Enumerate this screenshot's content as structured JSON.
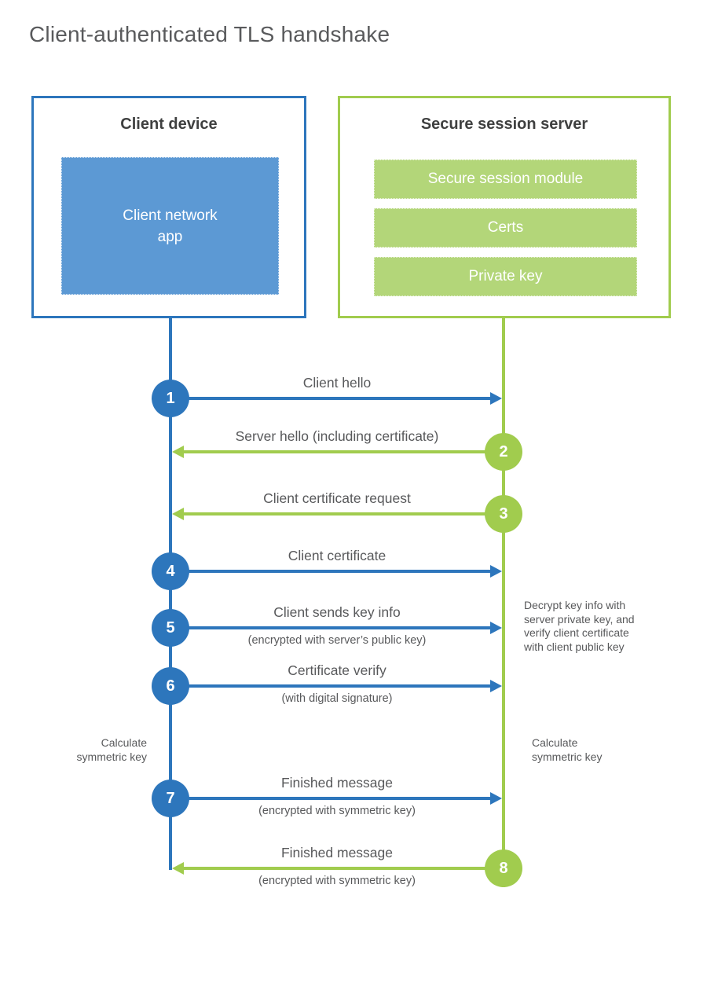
{
  "title": "Client-authenticated TLS handshake",
  "client": {
    "title": "Client device",
    "module": "Client network\napp"
  },
  "server": {
    "title": "Secure session server",
    "modules": [
      "Secure session module",
      "Certs",
      "Private key"
    ]
  },
  "steps": [
    {
      "num": "1",
      "from": "client",
      "label": "Client hello",
      "sublabel": ""
    },
    {
      "num": "2",
      "from": "server",
      "label": "Server hello (including certificate)",
      "sublabel": ""
    },
    {
      "num": "3",
      "from": "server",
      "label": "Client certificate request",
      "sublabel": ""
    },
    {
      "num": "4",
      "from": "client",
      "label": "Client certificate",
      "sublabel": ""
    },
    {
      "num": "5",
      "from": "client",
      "label": "Client sends key info",
      "sublabel": "(encrypted with server’s public key)"
    },
    {
      "num": "6",
      "from": "client",
      "label": "Certificate verify",
      "sublabel": "(with digital signature)"
    },
    {
      "num": "7",
      "from": "client",
      "label": "Finished message",
      "sublabel": "(encrypted with symmetric key)"
    },
    {
      "num": "8",
      "from": "server",
      "label": "Finished message",
      "sublabel": "(encrypted with symmetric key)"
    }
  ],
  "annotations": {
    "decrypt_note": "Decrypt key info with\nserver private key, and\nverify client certificate\nwith client public key",
    "calc_left": "Calculate\nsymmetric key",
    "calc_right": "Calculate\nsymmetric key"
  },
  "colors": {
    "blue": "#2d76bc",
    "blue_fill": "#5c99d4",
    "green": "#a1cc4e",
    "green_fill": "#b3d679",
    "heading_text": "#3f4040",
    "label_text": "#58595b",
    "title_text": "#595a5c"
  }
}
